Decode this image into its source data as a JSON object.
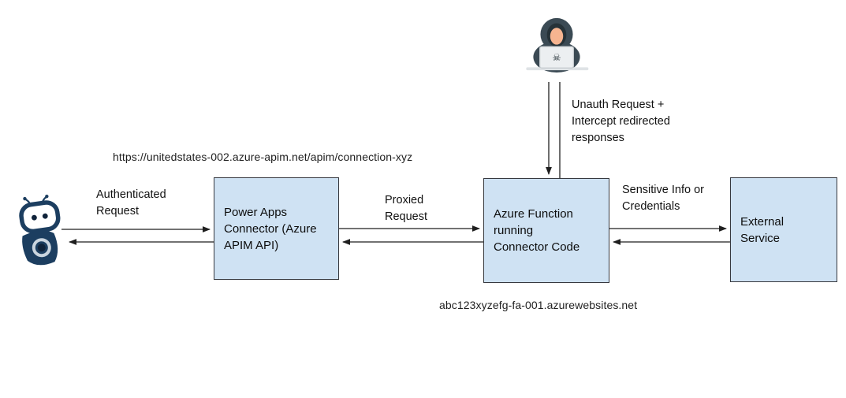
{
  "diagram": {
    "captions": {
      "apim_url": "https://unitedstates-002.azure-apim.net/apim/connection-xyz",
      "function_host": "abc123xyzefg-fa-001.azurewebsites.net"
    },
    "nodes": {
      "power_apps_connector": "Power Apps\nConnector (Azure\nAPIM API)",
      "azure_function": "Azure Function\nrunning\nConnector Code",
      "external_service": "External\nService"
    },
    "edge_labels": {
      "authenticated_request": "Authenticated\nRequest",
      "proxied_request": "Proxied\nRequest",
      "sensitive_info": "Sensitive Info or\nCredentials",
      "unauth_request": "Unauth Request +\nIntercept redirected\nresponses"
    },
    "icons": {
      "bot": "power-apps-bot-icon",
      "attacker": "hacker-with-laptop-icon",
      "skull_glyph": "☠"
    },
    "colors": {
      "node_fill": "#cfe2f3",
      "node_border": "#37393f",
      "arrow": "#1f1f1f",
      "bot_navy": "#1c3e60",
      "hacker_hood": "#3b4a54",
      "hacker_hood_shadow": "#263238",
      "hacker_face": "#f6b490",
      "laptop_body": "#eceff1",
      "desk": "#dfe3e6"
    }
  }
}
